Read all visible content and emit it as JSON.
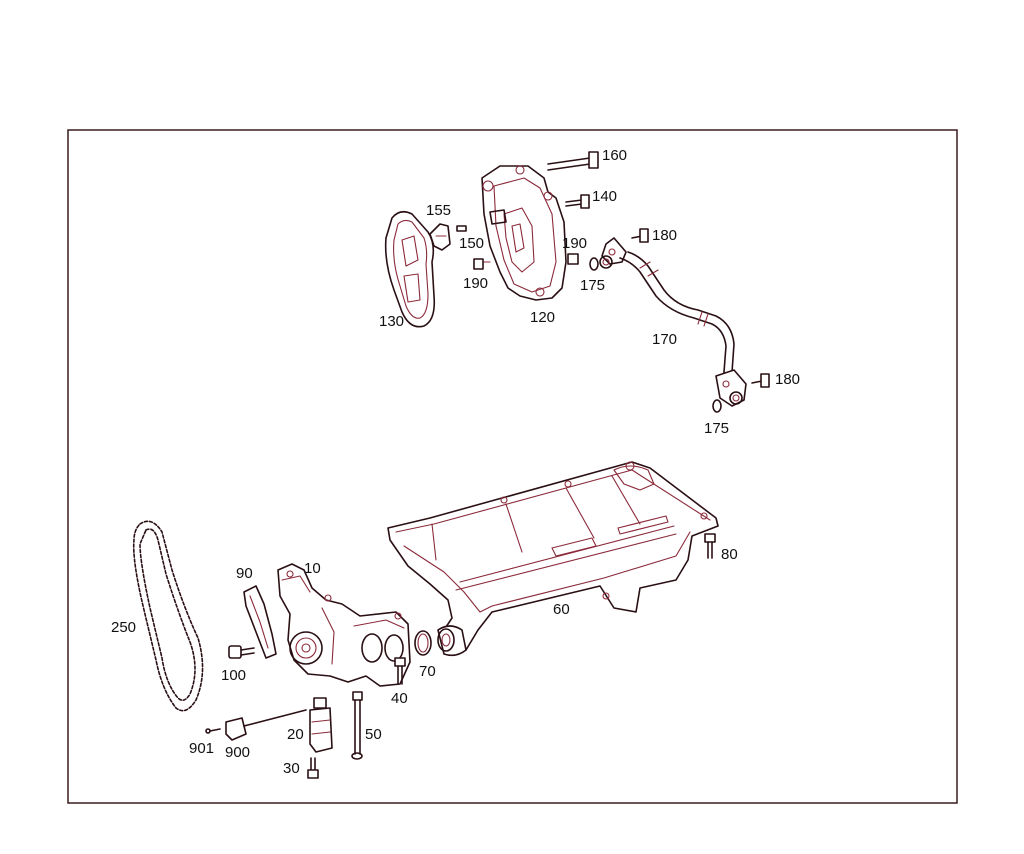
{
  "diagram": {
    "labels": {
      "p10": "10",
      "p20": "20",
      "p30": "30",
      "p40": "40",
      "p50": "50",
      "p60": "60",
      "p70": "70",
      "p80": "80",
      "p90": "90",
      "p100": "100",
      "p120": "120",
      "p130": "130",
      "p140": "140",
      "p150": "150",
      "p155": "155",
      "p160": "160",
      "p170": "170",
      "p175a": "175",
      "p175b": "175",
      "p180a": "180",
      "p180b": "180",
      "p190a": "190",
      "p190b": "190",
      "p250": "250",
      "p900": "900",
      "p901": "901"
    },
    "colors": {
      "line": "#2a1014",
      "accent": "#8b2a3a",
      "frame": "#3a1a1f"
    }
  }
}
